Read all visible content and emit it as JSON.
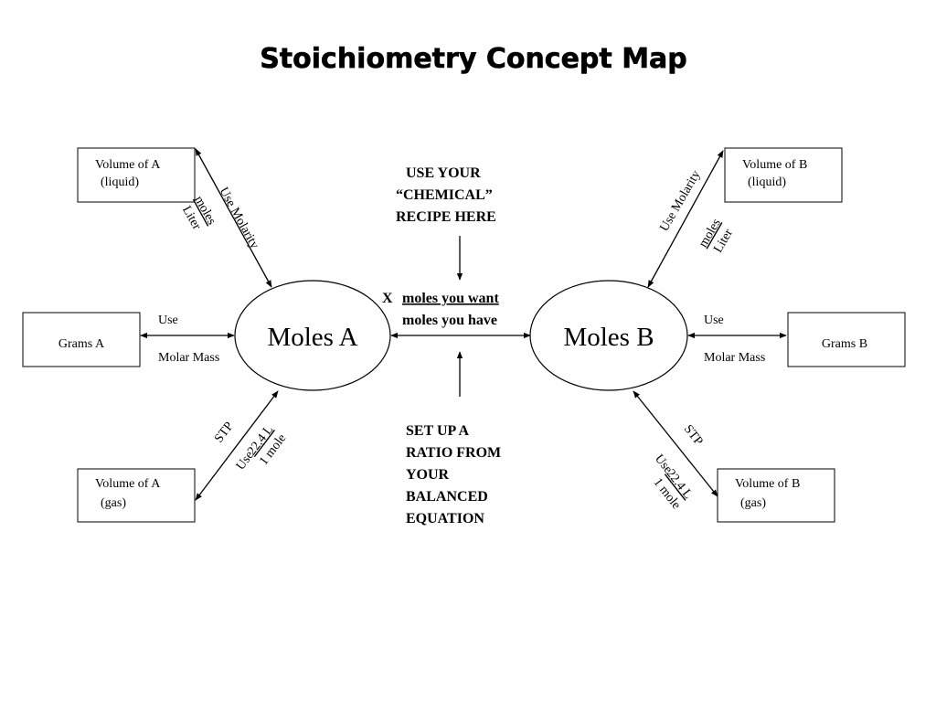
{
  "title": "Stoichiometry Concept Map",
  "nodes": {
    "moles_a": "Moles A",
    "moles_b": "Moles B",
    "volume_a_liquid": [
      "Volume of A",
      "(liquid)"
    ],
    "volume_b_liquid": [
      "Volume of B",
      "(liquid)"
    ],
    "grams_a": "Grams A",
    "grams_b": "Grams B",
    "volume_a_gas": [
      "Volume of A",
      "(gas)"
    ],
    "volume_b_gas": [
      "Volume of B",
      "(gas)"
    ]
  },
  "labels": {
    "use_molarity": "Use Molarity",
    "moles": "moles",
    "liter": "Liter",
    "use": "Use",
    "molar_mass": "Molar Mass",
    "stp": "STP",
    "use_prefix": "Use",
    "volume_224": "22.4 L",
    "one_mole": "1 mole"
  },
  "center": {
    "recipe": [
      "USE YOUR",
      "“CHEMICAL”",
      "RECIPE HERE"
    ],
    "multiplier": "X",
    "ratio_top": "moles you want",
    "ratio_bottom": "moles you have",
    "ratio_instructions": [
      "SET UP A",
      "RATIO FROM",
      "YOUR",
      "BALANCED",
      "EQUATION"
    ]
  }
}
